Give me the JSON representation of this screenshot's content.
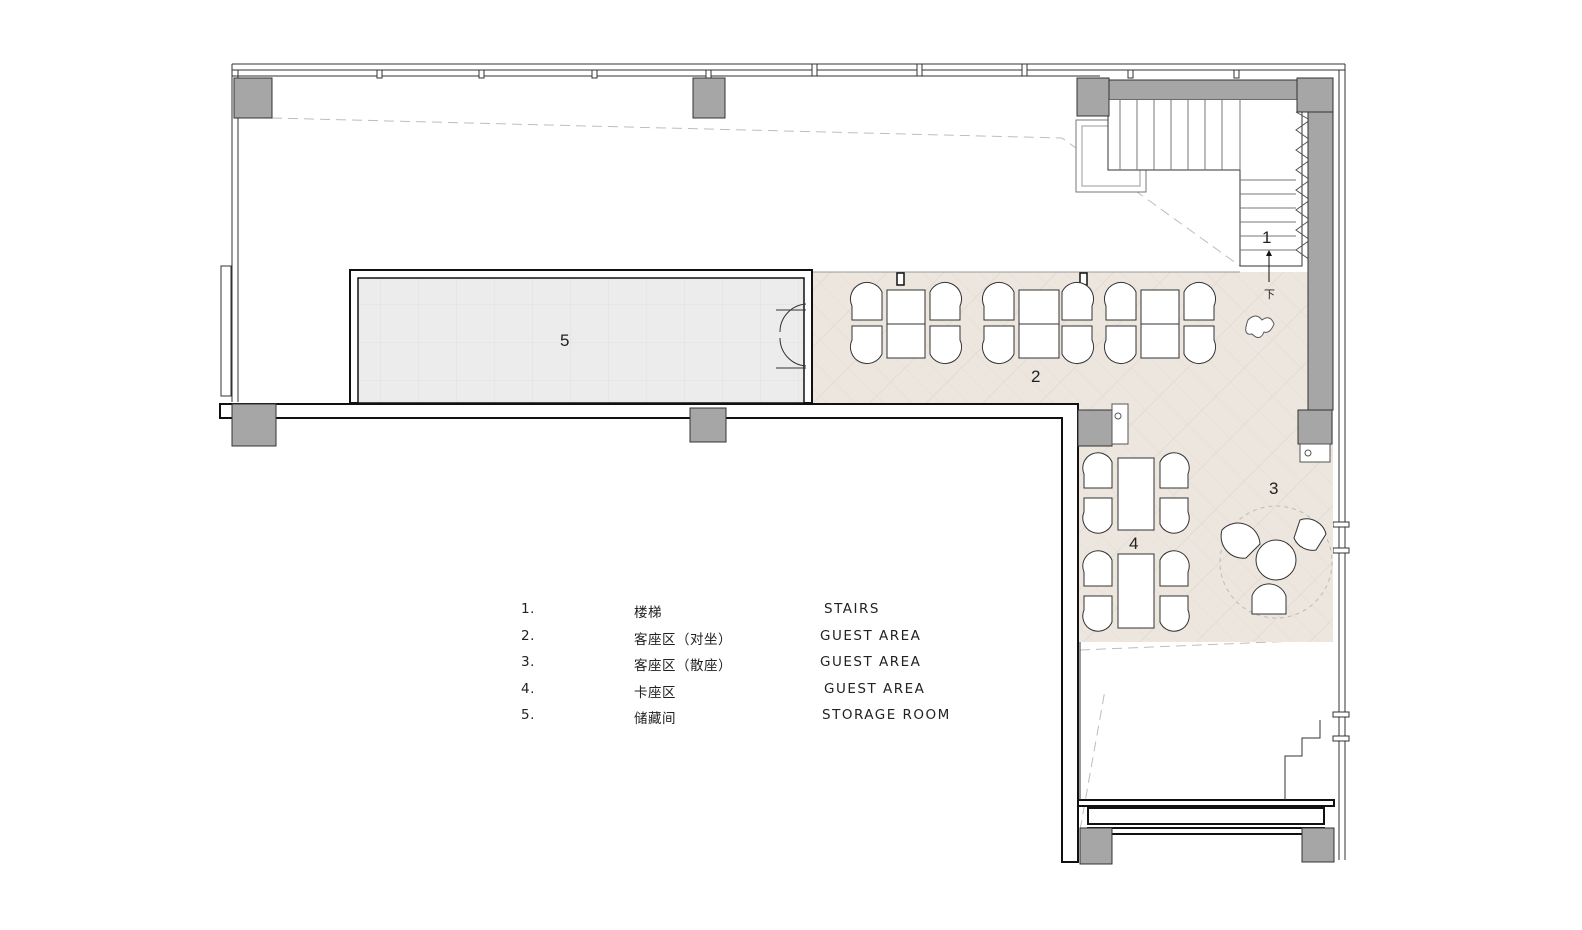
{
  "plan": {
    "zones": [
      {
        "id": "1",
        "label": "1"
      },
      {
        "id": "2",
        "label": "2"
      },
      {
        "id": "3",
        "label": "3"
      },
      {
        "id": "4",
        "label": "4"
      },
      {
        "id": "5",
        "label": "5"
      }
    ],
    "stair_down_label": "下"
  },
  "legend": [
    {
      "num": "1.",
      "cn": "楼梯",
      "en": "STAIRS"
    },
    {
      "num": "2.",
      "cn": "客座区（对坐）",
      "en": "GUEST  AREA"
    },
    {
      "num": "3.",
      "cn": "客座区（散座）",
      "en": "GUEST  AREA"
    },
    {
      "num": "4.",
      "cn": "卡座区",
      "en": "GUEST  AREA"
    },
    {
      "num": "5.",
      "cn": "储藏间",
      "en": "STORAGE  ROOM"
    }
  ],
  "colors": {
    "wall": "#111111",
    "column": "#a6a6a6",
    "wood_floor": "#ece6df",
    "storage_floor": "#ececec",
    "furniture": "#ffffff",
    "dashed": "#bdbdbd"
  }
}
